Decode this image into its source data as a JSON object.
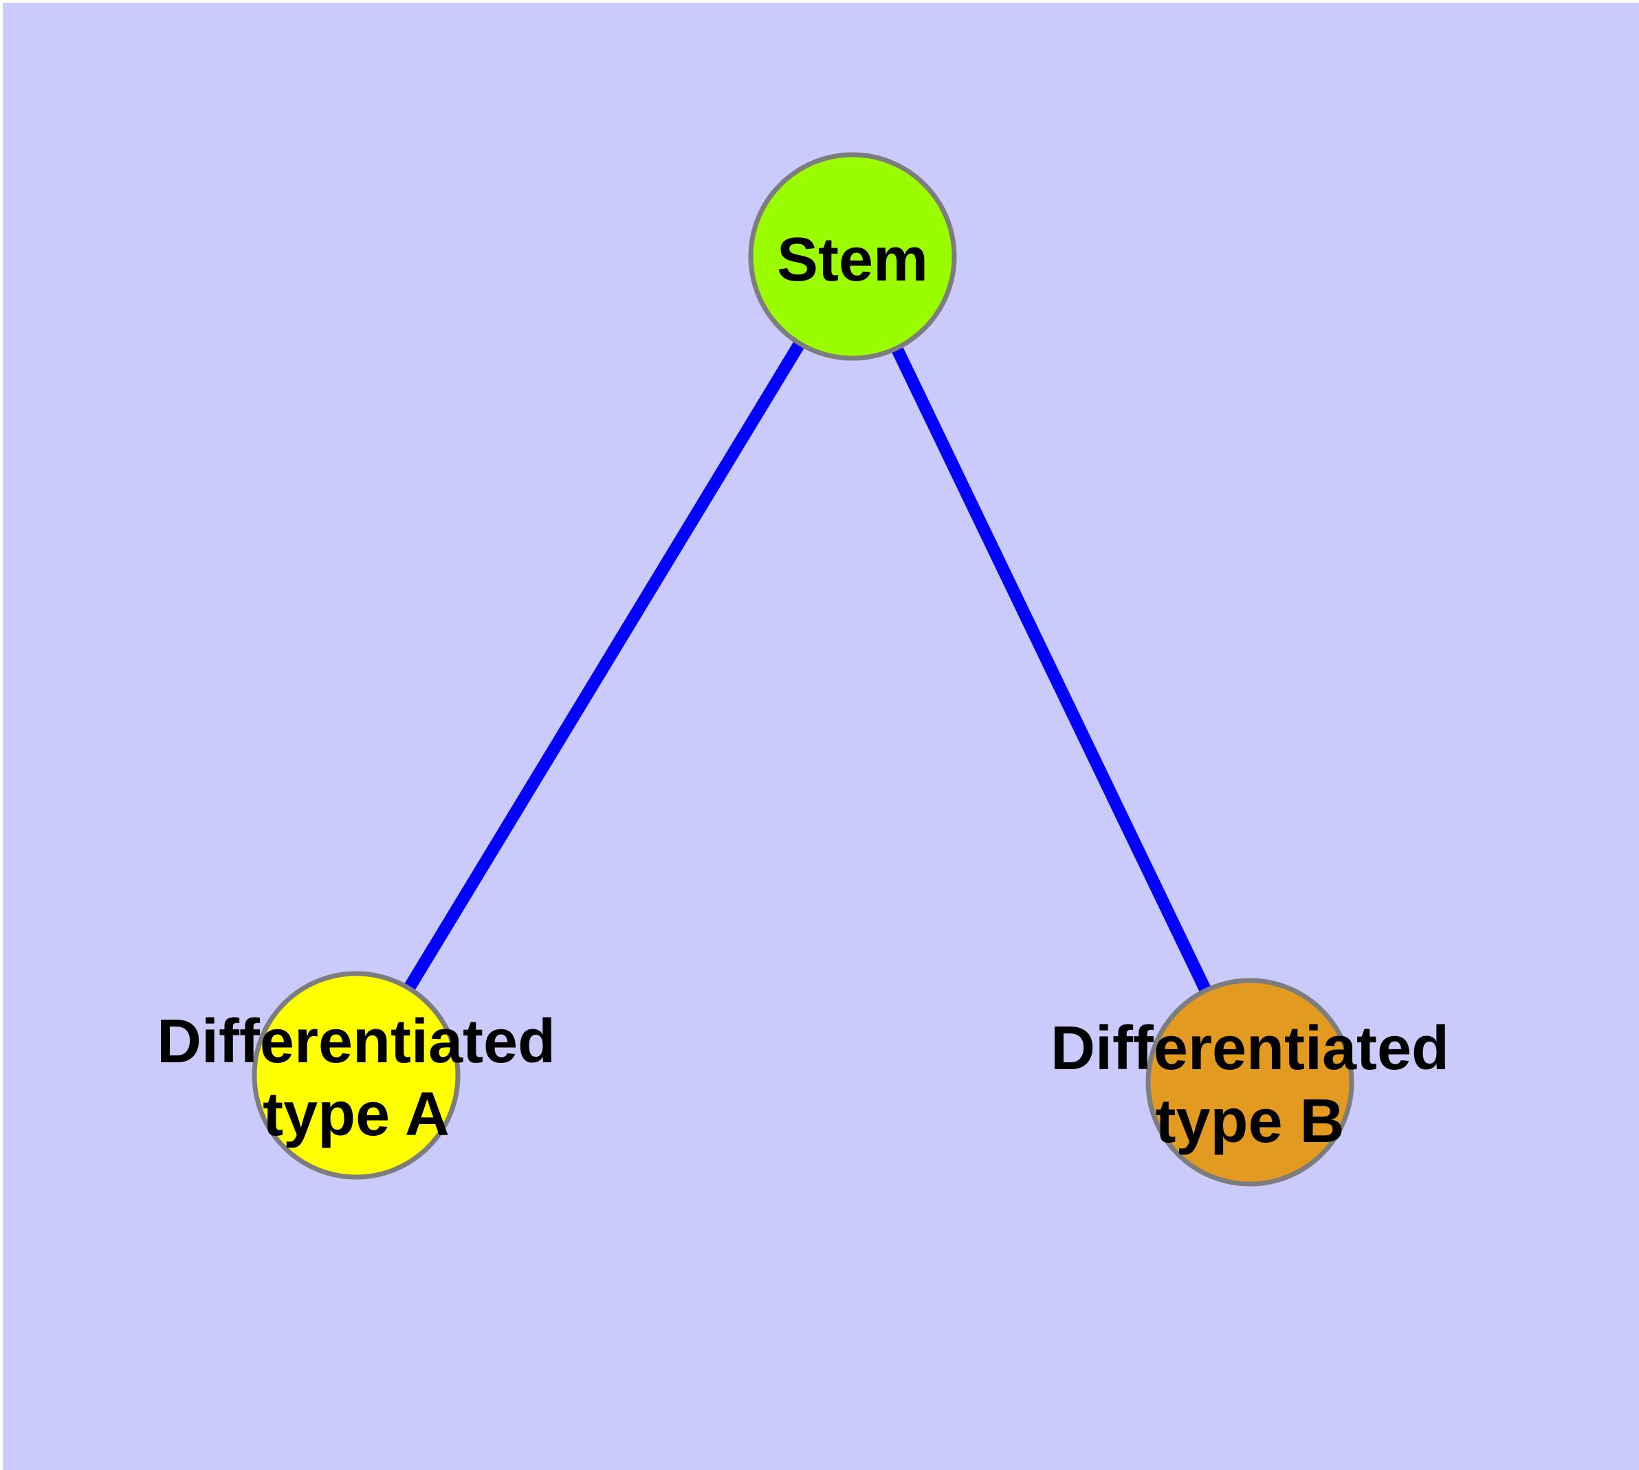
{
  "figure": {
    "background_color": "#CACAFB",
    "frame_color": "#FFFFFF",
    "text_color": "#000000",
    "node_border_color": "#7D7D7D",
    "edge_color": "#0202FC",
    "nodes": [
      {
        "id": "stem",
        "label": "Stem",
        "fill": "#9BFC00"
      },
      {
        "id": "differentiated-type-a",
        "label_line1": "Differentiated",
        "label_line2": "type A",
        "fill": "#FFFF00"
      },
      {
        "id": "differentiated-type-b",
        "label_line1": "Differentiated",
        "label_line2": "type B",
        "fill": "#E29B20"
      }
    ],
    "edges": [
      {
        "from": "Stem",
        "to": "Differentiated type A"
      },
      {
        "from": "Stem",
        "to": "Differentiated type B"
      }
    ]
  }
}
